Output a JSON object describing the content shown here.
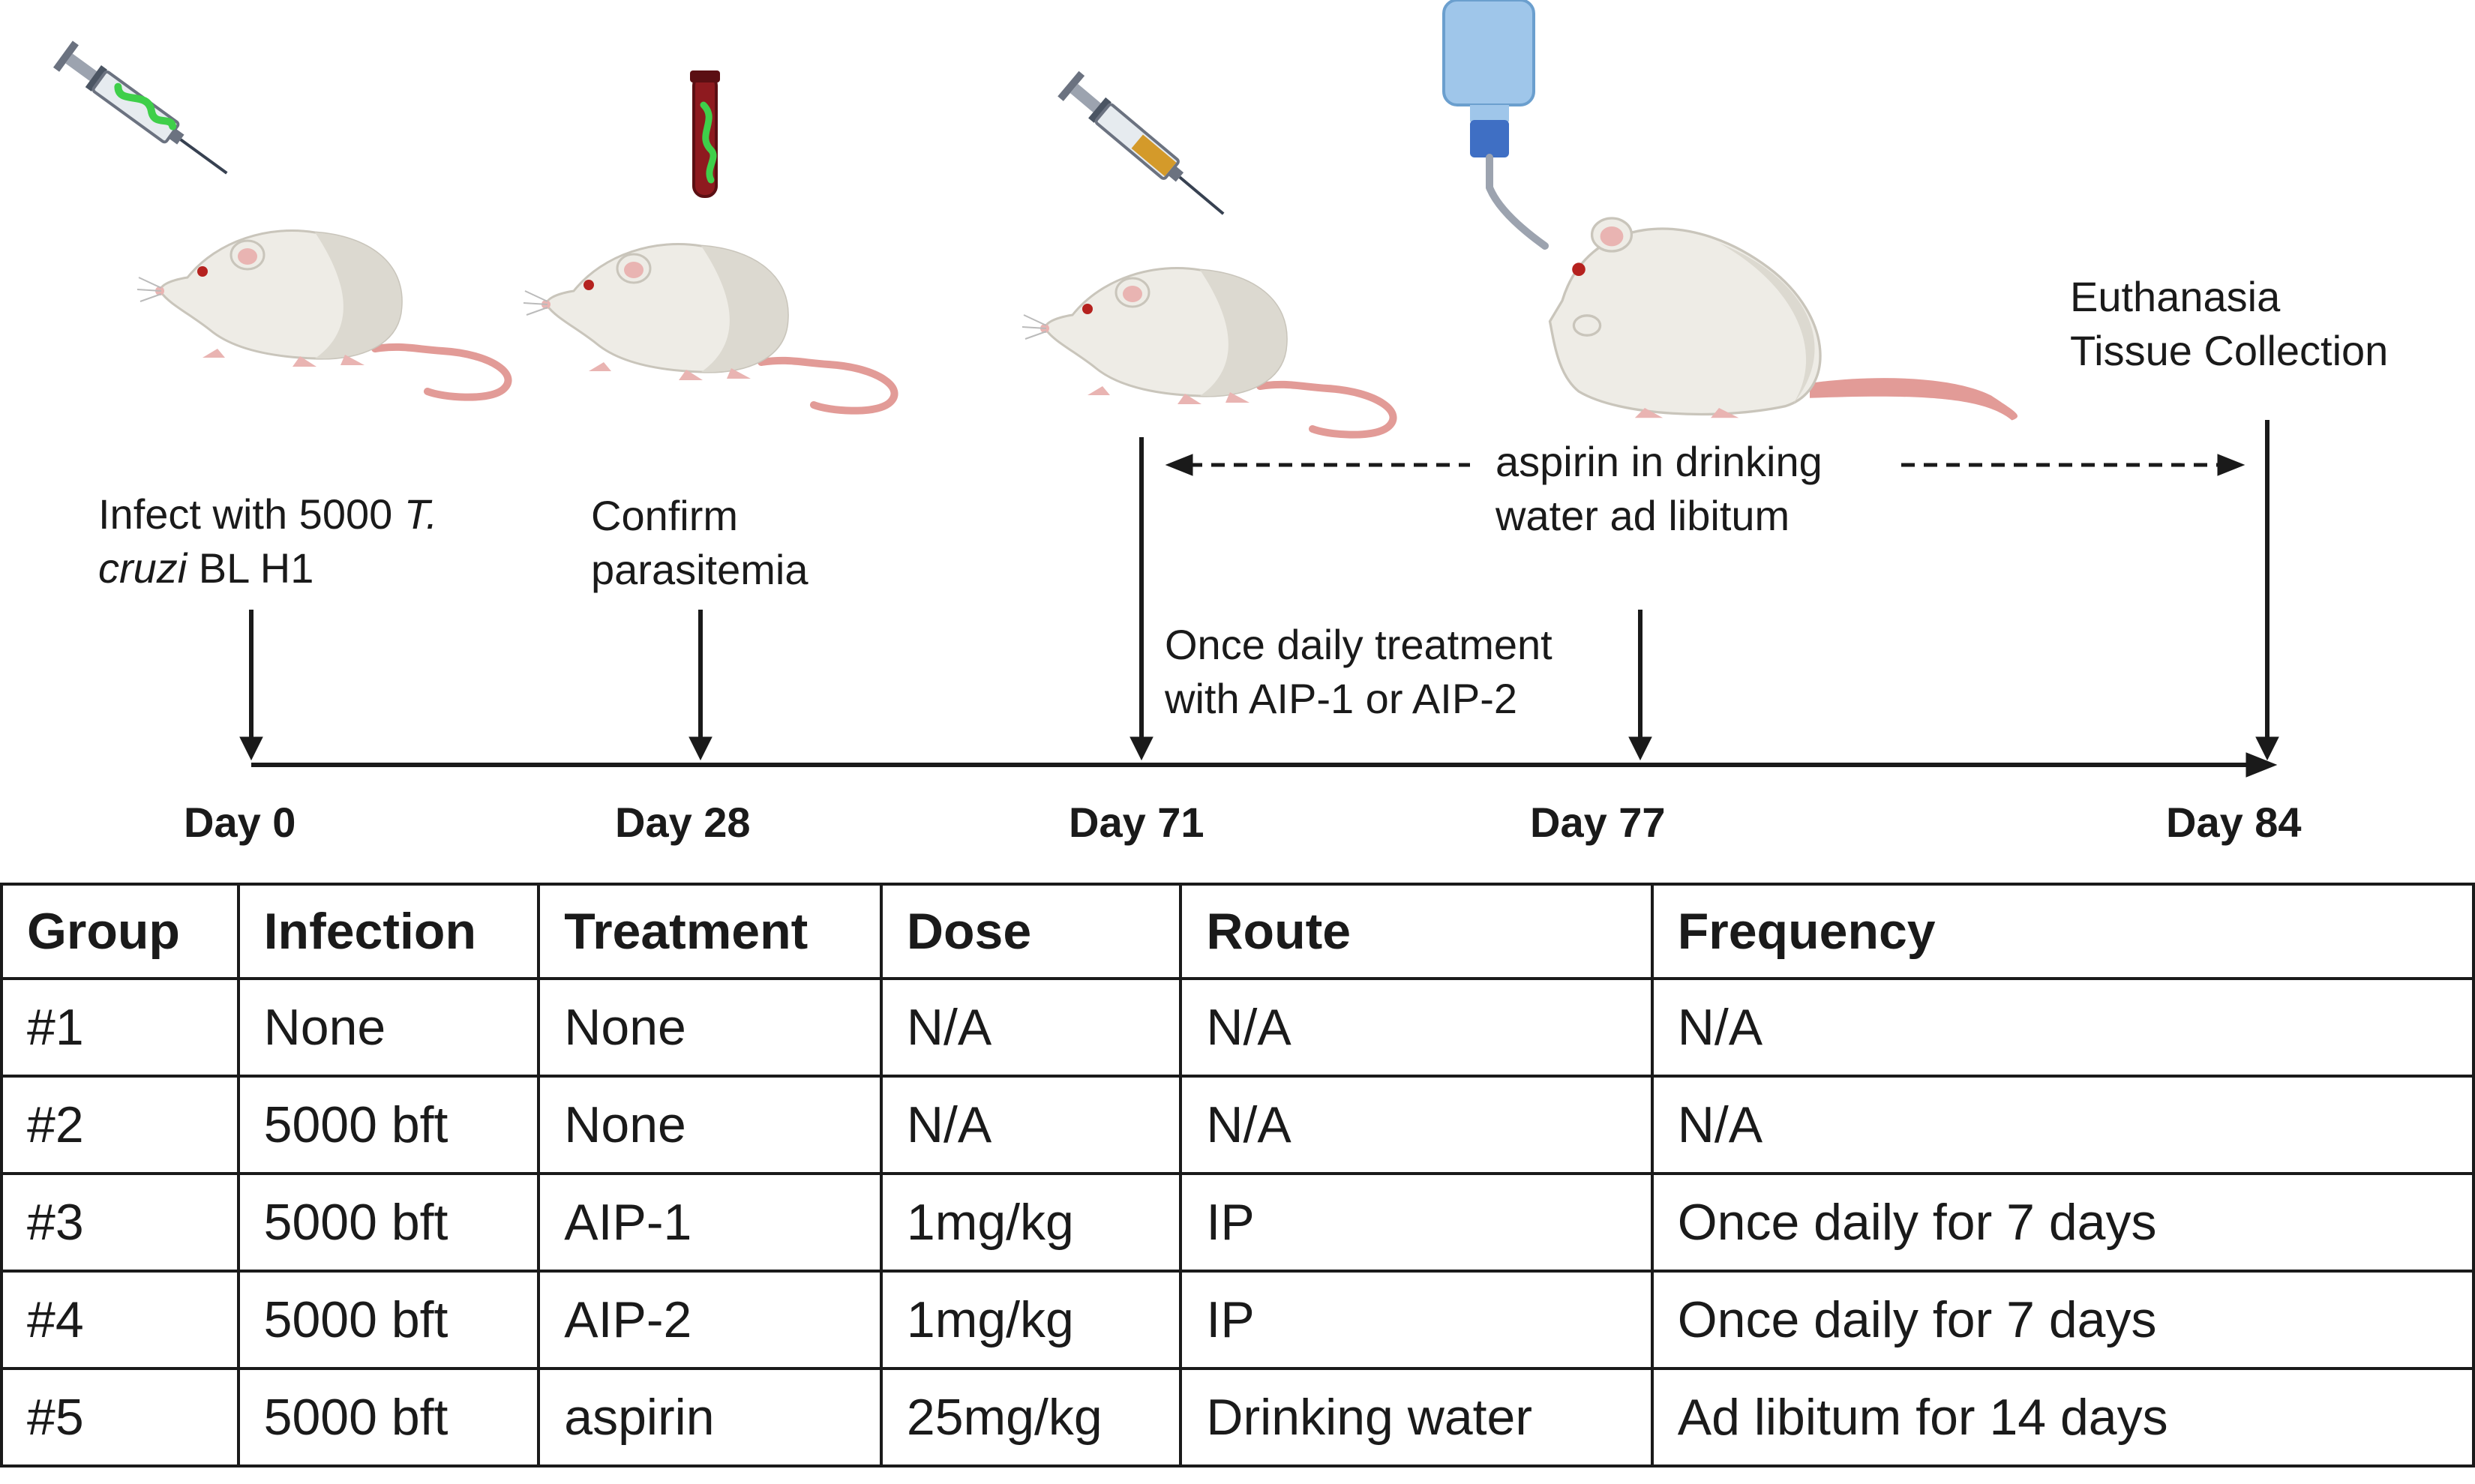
{
  "timeline": {
    "labels": {
      "infect_pre": "Infect with 5000 ",
      "infect_italic1": "T.",
      "infect_italic2": "cruzi",
      "infect_post": " BL H1",
      "confirm_line1": "Confirm",
      "confirm_line2": "parasitemia",
      "treatment_line1": "Once daily treatment",
      "treatment_line2": "with  AIP-1 or AIP-2",
      "aspirin_line1": "aspirin in drinking",
      "aspirin_line2": "water ad libitum",
      "euthanasia_line1": "Euthanasia",
      "euthanasia_line2": "Tissue Collection"
    },
    "days": [
      "Day 0",
      "Day 28",
      "Day 71",
      "Day 77",
      "Day 84"
    ]
  },
  "table": {
    "headers": [
      "Group",
      "Infection",
      "Treatment",
      "Dose",
      "Route",
      "Frequency"
    ],
    "rows": [
      [
        "#1",
        "None",
        "None",
        "N/A",
        "N/A",
        "N/A"
      ],
      [
        "#2",
        "5000 bft",
        "None",
        "N/A",
        "N/A",
        "N/A"
      ],
      [
        "#3",
        "5000 bft",
        "AIP-1",
        "1mg/kg",
        "IP",
        "Once daily for 7 days"
      ],
      [
        "#4",
        "5000 bft",
        "AIP-2",
        "1mg/kg",
        "IP",
        "Once daily for 7 days"
      ],
      [
        "#5",
        "5000 bft",
        "aspirin",
        "25mg/kg",
        "Drinking water",
        "Ad libitum for 14 days"
      ]
    ]
  },
  "colors": {
    "line": "#1a1a1a",
    "mouse_body": "#eeece6",
    "mouse_shade": "#d9d6cd",
    "mouse_ear": "#e9b4b2",
    "mouse_tail": "#e29b97",
    "mouse_eye": "#b5221f",
    "parasite_green": "#3fcf4a",
    "blood_red": "#8e1a1f",
    "drug_amber": "#d49a2a",
    "bottle_blue": "#9fc6ea",
    "cap_blue": "#3f6fc4"
  },
  "icons": [
    "syringe-green-icon",
    "mouse-icon",
    "blood-tube-icon",
    "syringe-amber-icon",
    "water-bottle-icon"
  ]
}
